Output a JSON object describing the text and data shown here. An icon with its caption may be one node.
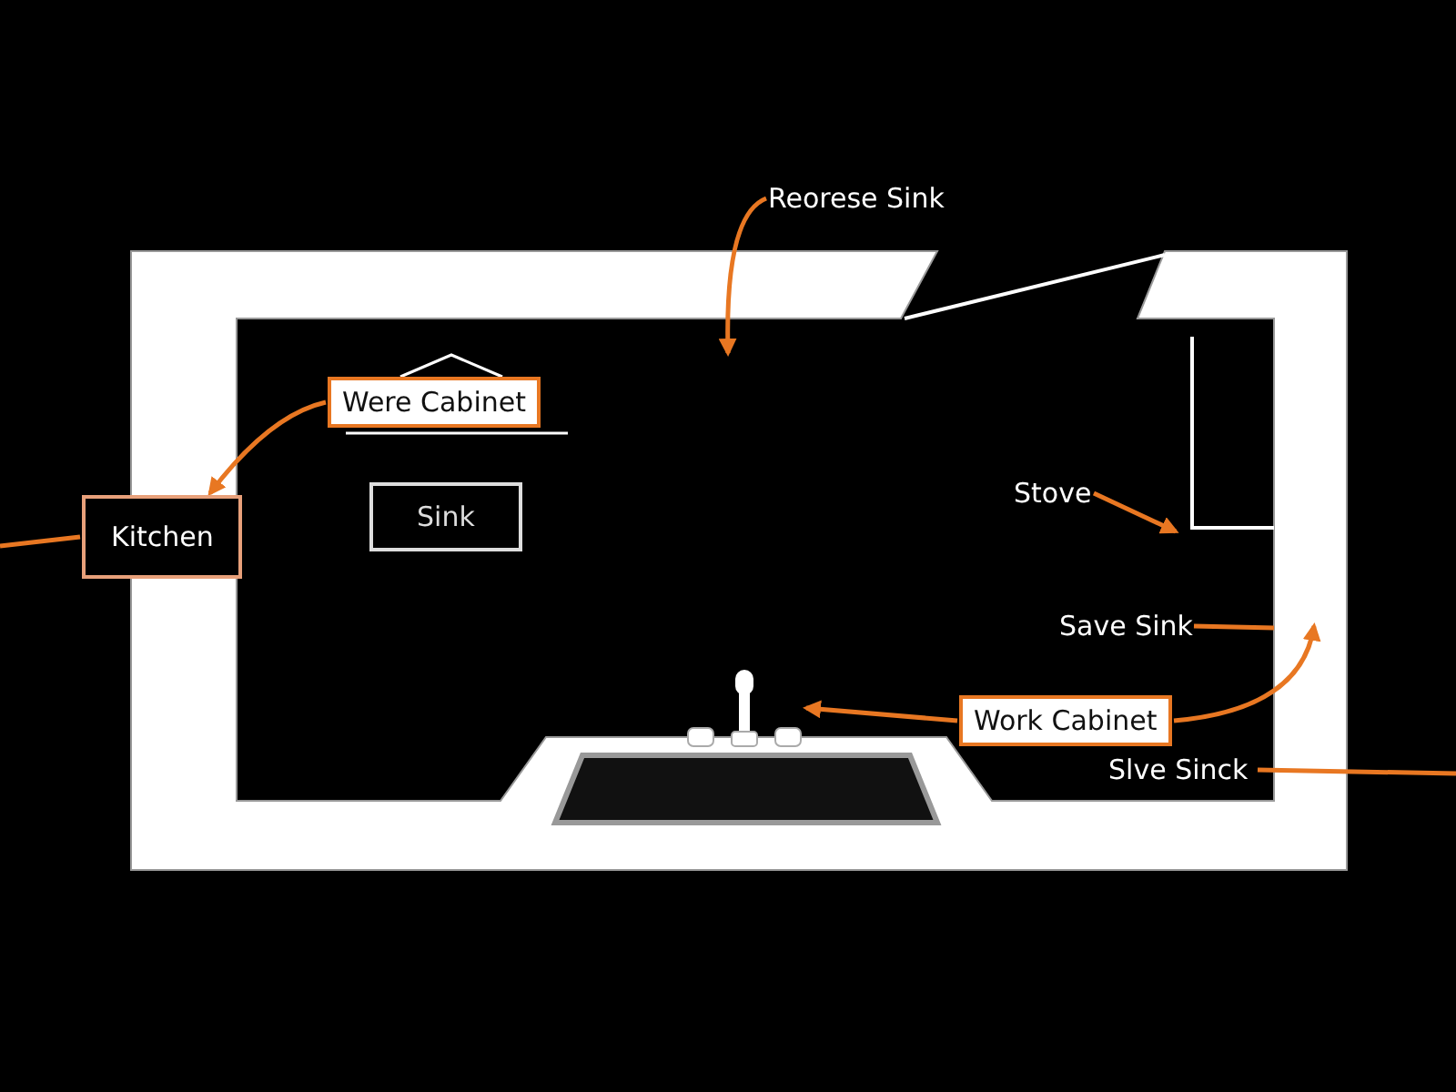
{
  "diagram": {
    "nodes": [
      {
        "text": [
          "Reorese Sink"
        ]
      },
      {
        "text": [
          "Were Cabinet"
        ]
      },
      {
        "text": [
          "Kitchen"
        ]
      },
      {
        "text": [
          "Sink"
        ]
      },
      {
        "text": [
          "Stove"
        ]
      },
      {
        "text": [
          "Save Sink"
        ]
      },
      {
        "text": [
          "Work Cabinet"
        ]
      },
      {
        "text": [
          "Slve Sinck"
        ]
      },
      {
        "text": [],
        "shape": "picture"
      }
    ],
    "edges": [
      {
        "from": 0,
        "to": null,
        "arrow": "to"
      },
      {
        "from": 1,
        "to": 2,
        "arrow": "to"
      },
      {
        "from": 2,
        "to": null,
        "arrow": "none"
      },
      {
        "from": 4,
        "to": null,
        "arrow": "to"
      },
      {
        "from": 5,
        "to": null,
        "arrow": "none"
      },
      {
        "from": 6,
        "to": 8,
        "arrow": "to"
      },
      {
        "from": 6,
        "to": null,
        "arrow": "to"
      },
      {
        "from": 7,
        "to": null,
        "arrow": "none"
      }
    ]
  }
}
